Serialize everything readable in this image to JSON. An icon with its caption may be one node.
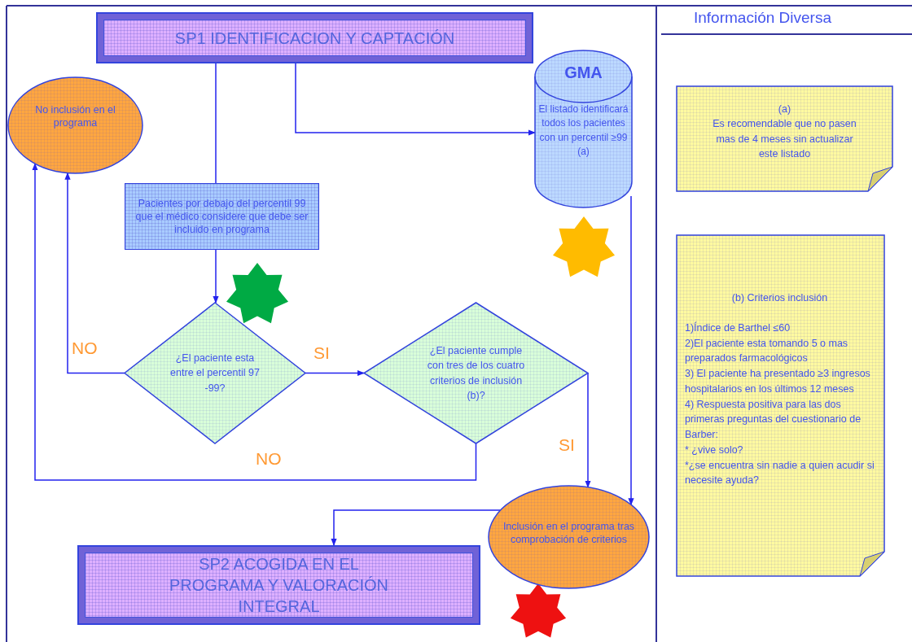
{
  "diagram": {
    "nodes": [
      {
        "text": [
          "SP1 IDENTIFICACION Y CAPTACIÓN"
        ]
      },
      {
        "text": [
          "GMA",
          "El listado identificará todos los pacientes con un percentil ≥99 (a)"
        ]
      },
      {
        "text": [
          "No inclusión en el programa"
        ]
      },
      {
        "text": [
          "Pacientes por debajo del percentil 99 que el médico considere que debe ser incluido en programa"
        ]
      },
      {
        "text": [
          "¿El paciente esta entre el percentil 97 -99?"
        ]
      },
      {
        "text": [
          "¿El paciente cumple con tres de los cuatro criterios de inclusión (b)?"
        ]
      },
      {
        "text": [
          "Inclusión en el programa tras comprobación de criterios"
        ]
      },
      {
        "text": [
          "SP2 ACOGIDA EN EL PROGRAMA Y VALORACIÓN INTEGRAL"
        ]
      },
      {
        "text": [
          "(a)",
          "Es recomendable que no pasen mas de 4 meses sin actualizar este listado"
        ]
      },
      {
        "text": [
          "(b) Criterios inclusión",
          "1)Índice de Barthel ≤60",
          "2)El paciente esta tomando 5 o mas preparados farmacológicos",
          "3) El paciente ha presentado ≥3 ingresos hospitalarios en los últimos 12 meses",
          "4) Respuesta positiva para las dos primeras preguntas del cuestionario de Barber:",
          "* ¿vive solo?",
          "*¿se encuentra sin nadie a quien acudir si necesite ayuda?"
        ]
      }
    ],
    "edges": [
      {
        "from": 0,
        "to": 3,
        "arrow": "none"
      },
      {
        "from": 3,
        "to": 4,
        "arrow": "to"
      },
      {
        "from": 0,
        "to": 1,
        "arrow": "to"
      },
      {
        "from": 4,
        "to": 2,
        "arrow": "to",
        "label": "NO"
      },
      {
        "from": 4,
        "to": 5,
        "arrow": "to",
        "label": "SI"
      },
      {
        "from": 5,
        "to": 2,
        "arrow": "to",
        "label": "NO"
      },
      {
        "from": 5,
        "to": 6,
        "arrow": "to",
        "label": "SI"
      },
      {
        "from": 1,
        "to": 6,
        "arrow": "to"
      },
      {
        "from": 6,
        "to": 7,
        "arrow": "to"
      }
    ],
    "labels": [
      "Información Diversa"
    ]
  }
}
